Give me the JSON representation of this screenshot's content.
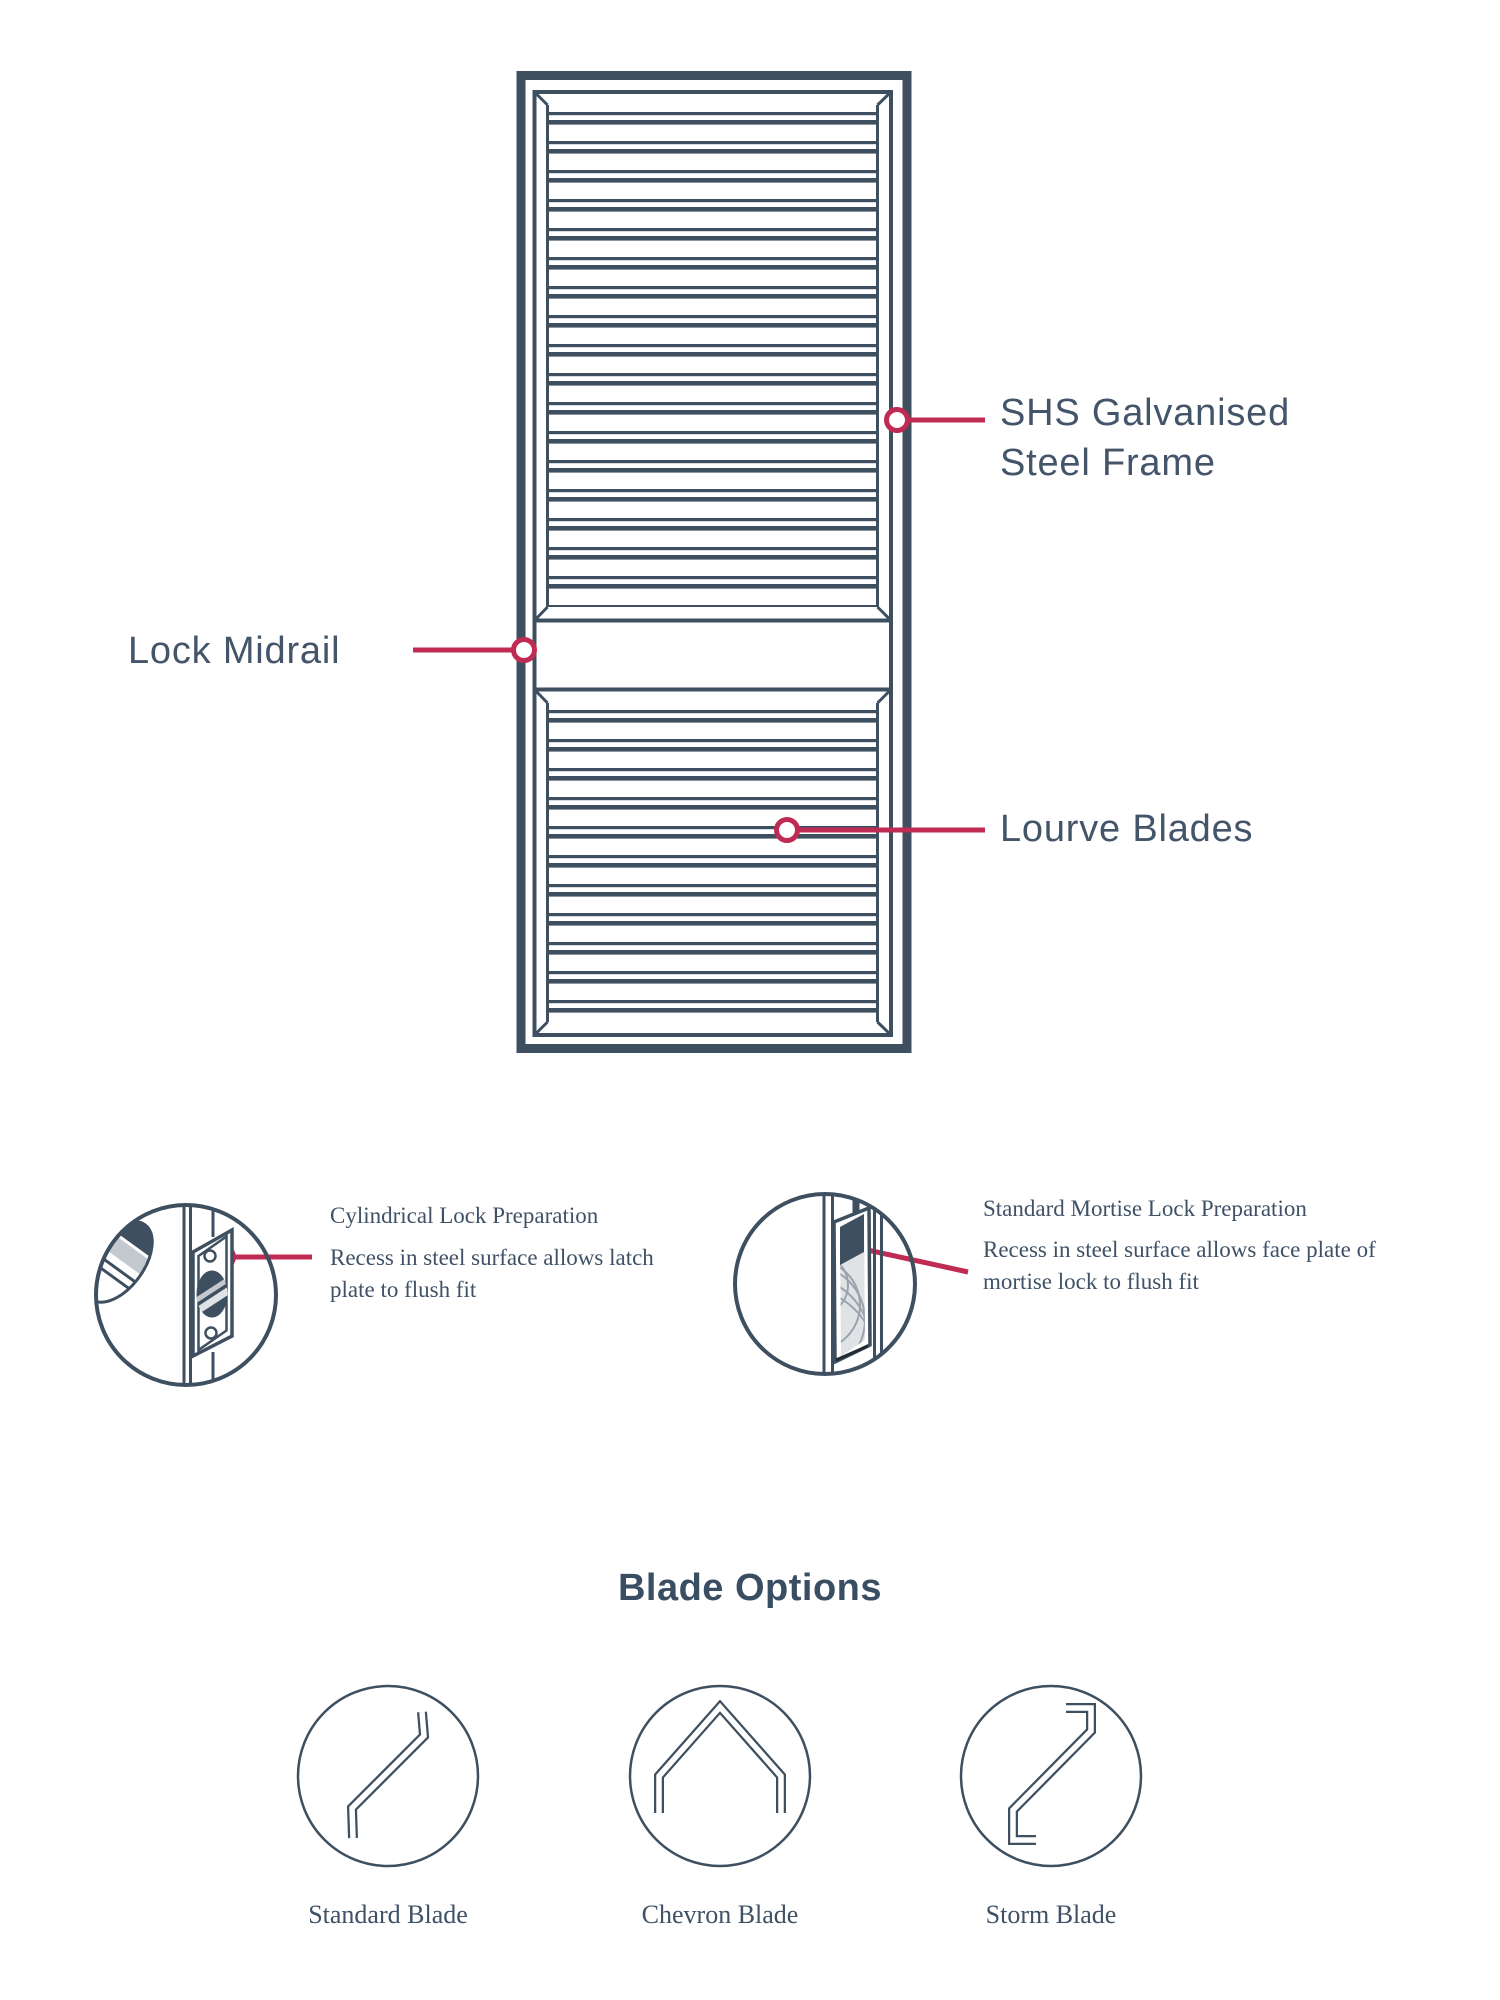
{
  "palette": {
    "line_navy": "#3E4F60",
    "accent_pink": "#C02B53",
    "sans_text": "#44556A",
    "serif_text": "#3E5166",
    "grey_fill": "#C3C9CF",
    "cavity_grey": "#DFE3E6"
  },
  "door_labels": {
    "frame": {
      "line1": "SHS Galvanised",
      "line2": "Steel Frame"
    },
    "midrail": "Lock Midrail",
    "blades": "Lourve Blades"
  },
  "lock_details": {
    "cylindrical": {
      "title": "Cylindrical Lock Preparation",
      "body": "Recess in steel surface allows latch plate to flush fit"
    },
    "mortise": {
      "title": "Standard Mortise Lock Preparation",
      "body": "Recess in steel surface allows face plate of mortise lock to flush fit"
    }
  },
  "blade_options": {
    "title": "Blade Options",
    "items": [
      {
        "label": "Standard Blade"
      },
      {
        "label": "Chevron Blade"
      },
      {
        "label": "Storm Blade"
      }
    ]
  }
}
